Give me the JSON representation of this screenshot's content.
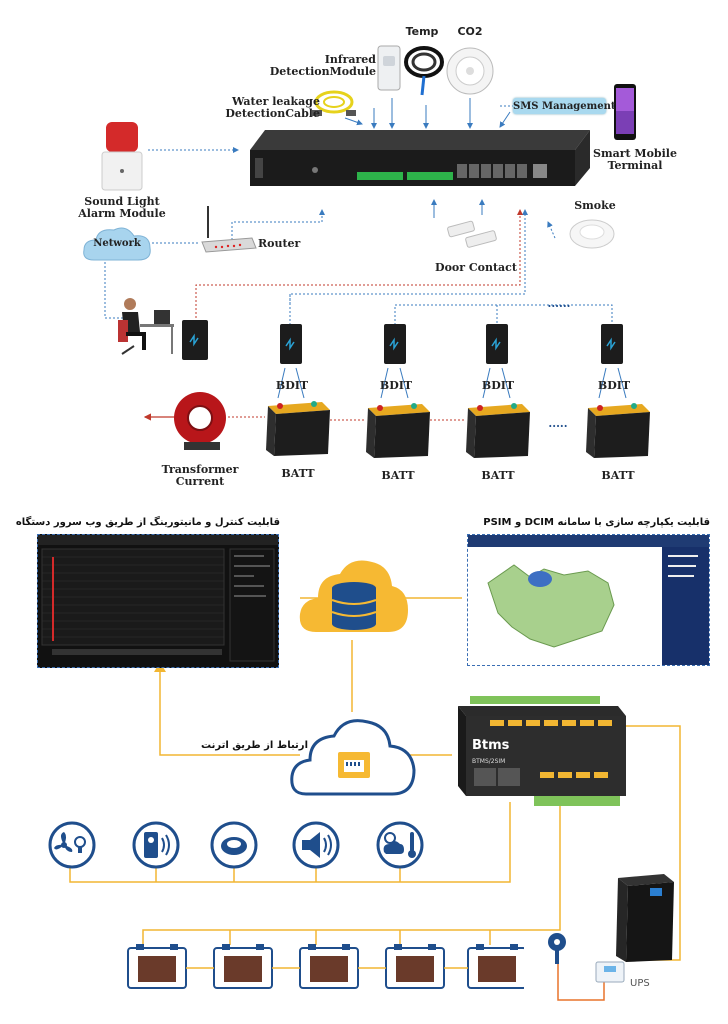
{
  "top": {
    "temp": "Temp",
    "co2": "CO2",
    "infrared_line1": "Infrared",
    "infrared_line2": "DetectionModule",
    "water_line1": "Water leakage",
    "water_line2": "DetectionCable",
    "sms": "SMS Management",
    "smart_line1": "Smart Mobile",
    "smart_line2": "Terminal",
    "sound_line1": "Sound Light",
    "sound_line2": "Alarm Module",
    "network": "Network",
    "router": "Router",
    "smoke": "Smoke",
    "door": "Door Contact",
    "bdit": "BDIT",
    "batt": "BATT",
    "transformer_line1": "Transformer",
    "transformer_line2": "Current",
    "ellipsis": "......",
    "ellipsis2": "....."
  },
  "bottom": {
    "caption_left": "قابلیت کنترل و مانیتورینگ از طریق وب سرور دستگاه",
    "caption_right": "قابلیت یکپارچه سازی با سامانه DCIM و PSIM",
    "internet": "ارتباط از طریق اترنت",
    "brand": "Btms",
    "model": "BTMS/2SIM",
    "ups": "UPS"
  },
  "colors": {
    "accent_yellow": "#f2b632",
    "accent_blue": "#1f4e8c",
    "line_blue": "#3a7bbf",
    "line_red": "#c0392b",
    "line_gray": "#888888"
  }
}
